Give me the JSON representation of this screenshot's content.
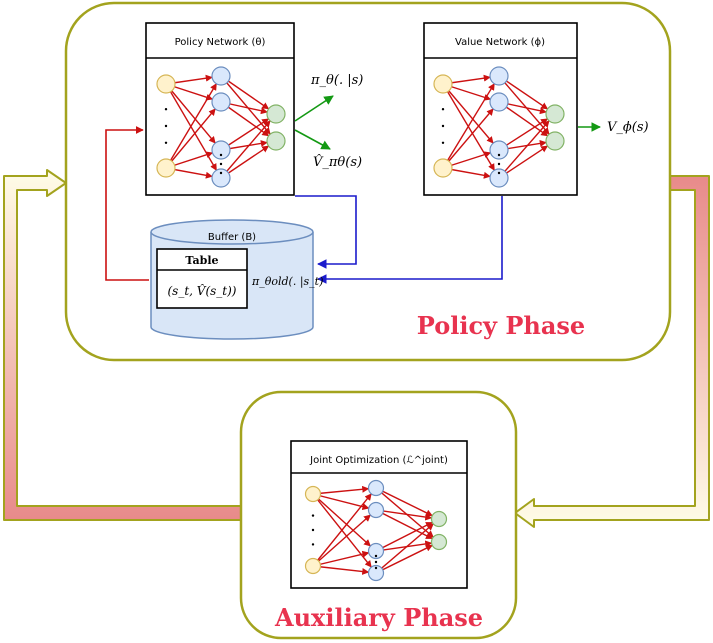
{
  "policy_network": {
    "title": "Policy Network (θ)",
    "output_top": "π_θ(. |s)",
    "output_bottom": "V̂_πθ(s)"
  },
  "value_network": {
    "title": "Value Network (ϕ)",
    "output": "V_ϕ(s)"
  },
  "buffer": {
    "title": "Buffer (B)",
    "table_header": "Table",
    "table_cell": "(s_t, V̂(s_t))",
    "side_label": "π_θold(. |s_t)"
  },
  "joint": {
    "title": "Joint Optimization (ℒ^joint)"
  },
  "phases": {
    "policy": "Policy Phase",
    "auxiliary": "Auxiliary Phase"
  },
  "colors": {
    "phase_border": "#a3a31e",
    "phase_text": "#e8334f",
    "red_arrow": "#cc1111",
    "blue_arrow": "#1a1acc",
    "green_arrow": "#139913"
  }
}
